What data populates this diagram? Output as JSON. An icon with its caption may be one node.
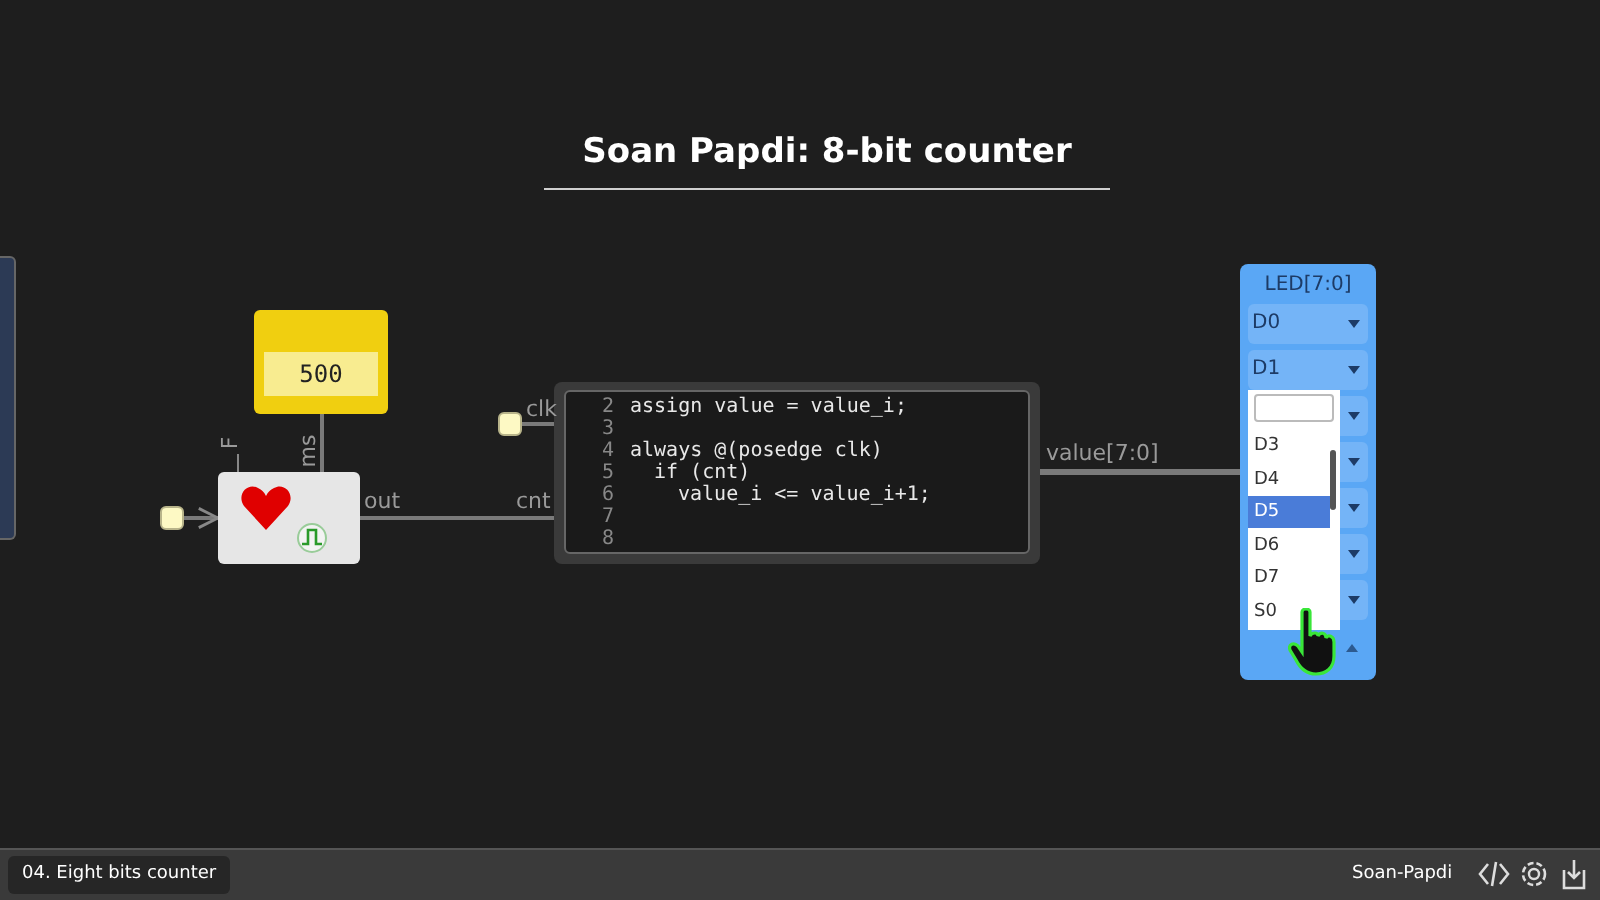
{
  "diagram": {
    "title": "Soan Papdi: 8-bit counter",
    "nodes": [
      {
        "text": [],
        "shape": "box"
      },
      {
        "text": [],
        "shape": "box"
      },
      {
        "text": [
          "500"
        ]
      },
      {
        "text": [],
        "shape": "box"
      },
      {
        "text": [
          "2",
          "assign value = value_i;",
          "3",
          "4",
          "always @(posedge clk)",
          "5",
          "if (cnt)",
          "6",
          "value_i <= value_i+1;",
          "7",
          "8"
        ]
      },
      {
        "text": [
          "LED[7:0]",
          "D0",
          "D1",
          "D3",
          "D4",
          "D5",
          "D6",
          "D7",
          "S0"
        ]
      }
    ],
    "edges": [
      {
        "from": 0,
        "to": 1,
        "arrow": "to"
      },
      {
        "from": 2,
        "to": 1,
        "arrow": "none"
      },
      {
        "from": 1,
        "to": 4,
        "arrow": "none"
      },
      {
        "from": 3,
        "to": 4,
        "arrow": "none"
      },
      {
        "from": 4,
        "to": 5,
        "arrow": "none"
      }
    ],
    "labels": [
      "F",
      "ms",
      "out",
      "cnt",
      "clk",
      "value[7:0]",
      "04. Eight bits counter",
      "Soan-Papdi"
    ]
  }
}
